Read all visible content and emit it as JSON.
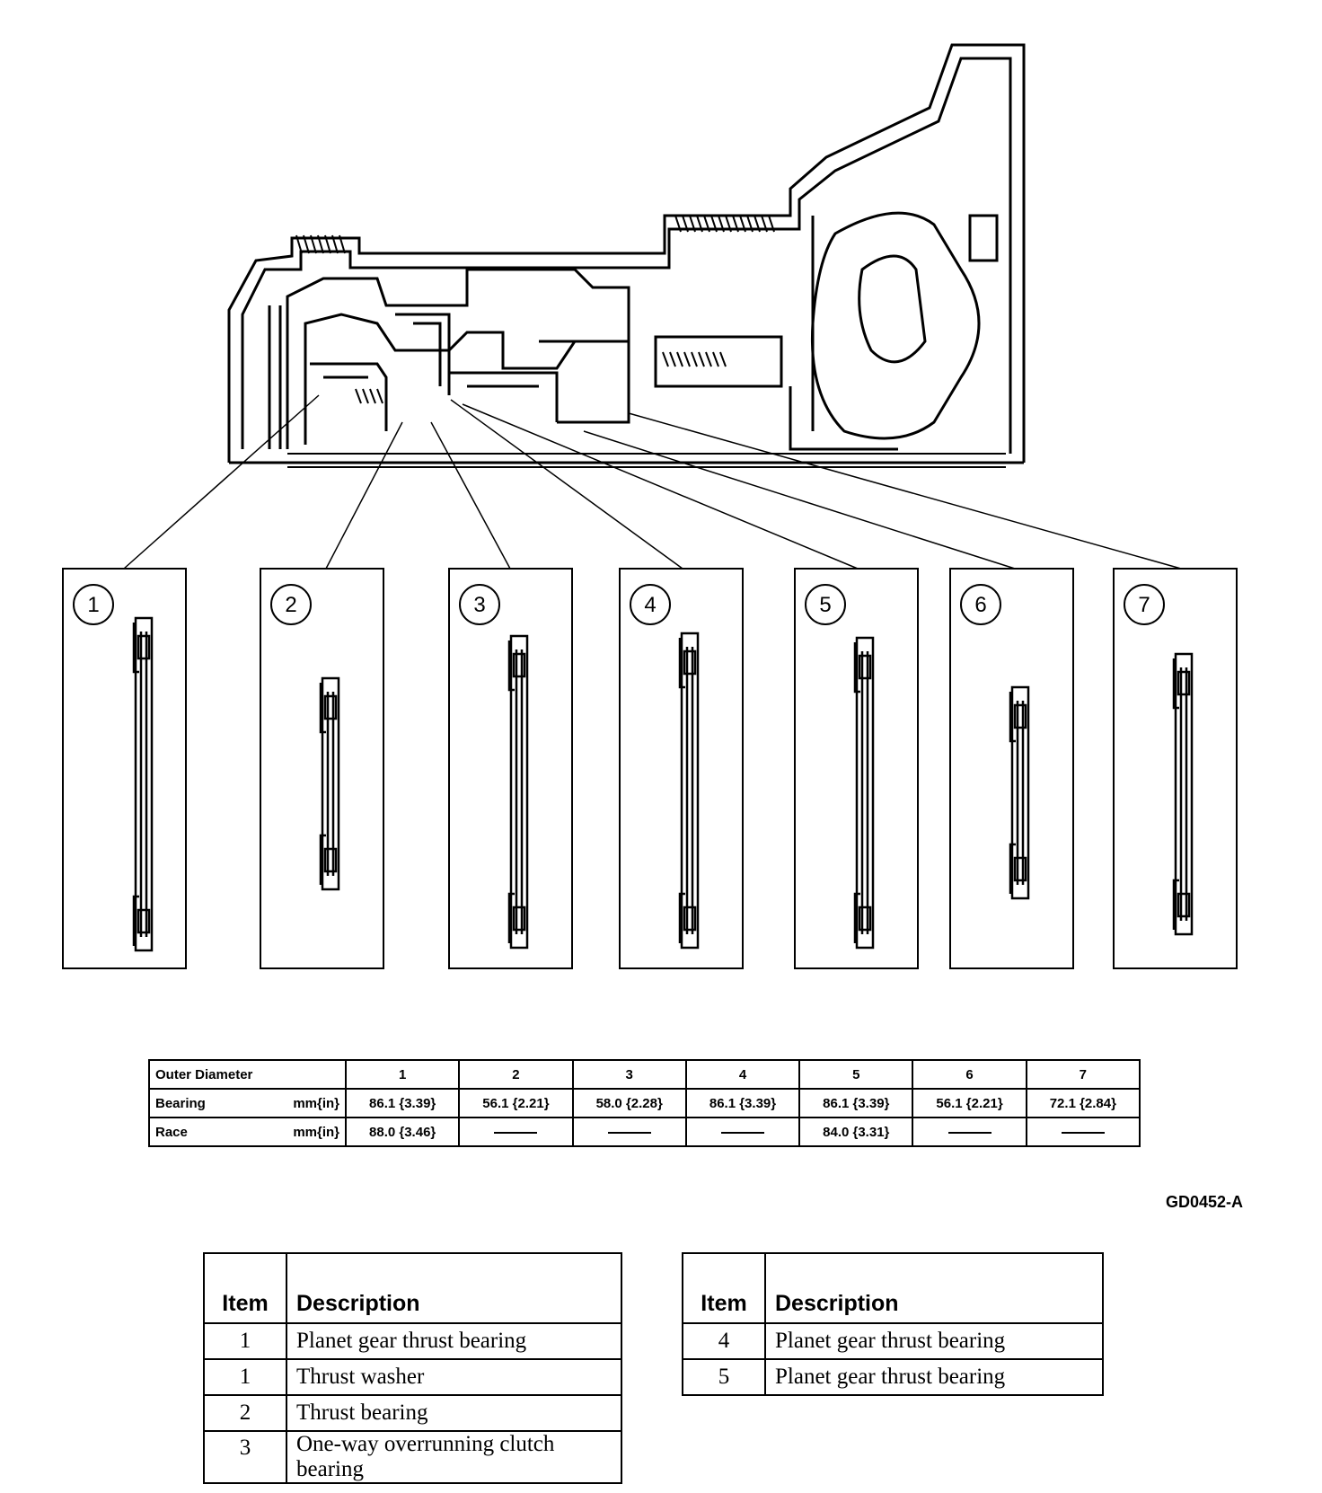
{
  "callouts": [
    "1",
    "2",
    "3",
    "4",
    "5",
    "6",
    "7"
  ],
  "specs": {
    "header_label": "Outer Diameter",
    "columns": [
      "1",
      "2",
      "3",
      "4",
      "5",
      "6",
      "7"
    ],
    "rows": [
      {
        "label": "Bearing",
        "unit": "mm{in}",
        "values": [
          "86.1 {3.39}",
          "56.1 {2.21}",
          "58.0 {2.28}",
          "86.1 {3.39}",
          "86.1 {3.39}",
          "56.1 {2.21}",
          "72.1 {2.84}"
        ]
      },
      {
        "label": "Race",
        "unit": "mm{in}",
        "values": [
          "88.0 {3.46}",
          "",
          "",
          "",
          "84.0 {3.31}",
          "",
          ""
        ]
      }
    ]
  },
  "figure_code": "GD0452-A",
  "desc_left": {
    "headers": [
      "Item",
      "Description"
    ],
    "rows": [
      {
        "item": "1",
        "desc": "Planet gear thrust bearing"
      },
      {
        "item": "1",
        "desc": "Thrust washer"
      },
      {
        "item": "2",
        "desc": "Thrust bearing"
      },
      {
        "item": "3",
        "desc": "One-way overrunning clutch bearing"
      }
    ]
  },
  "desc_right": {
    "headers": [
      "Item",
      "Description"
    ],
    "rows": [
      {
        "item": "4",
        "desc": "Planet gear thrust bearing"
      },
      {
        "item": "5",
        "desc": "Planet gear thrust bearing"
      }
    ]
  }
}
